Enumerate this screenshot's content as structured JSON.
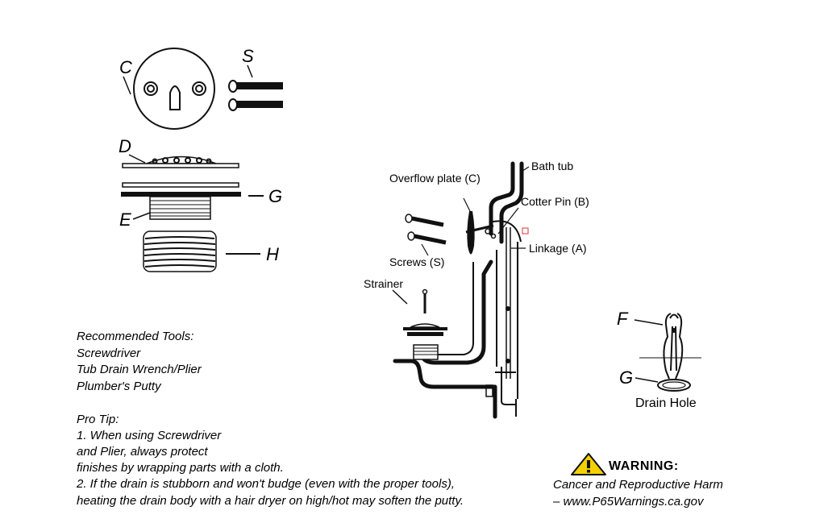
{
  "labels": {
    "C": "C",
    "S": "S",
    "D": "D",
    "G": "G",
    "E": "E",
    "H": "H",
    "F": "F",
    "G2": "G"
  },
  "callouts": {
    "bath_tub": "Bath tub",
    "overflow_plate": "Overflow plate (C)",
    "cotter_pin": "Cotter Pin (B)",
    "linkage": "Linkage (A)",
    "screws": "Screws (S)",
    "strainer": "Strainer",
    "drain_hole": "Drain Hole"
  },
  "tools": {
    "heading": "Recommended Tools:",
    "items": [
      "Screwdriver",
      "Tub Drain Wrench/Plier",
      "Plumber's Putty"
    ]
  },
  "pro_tip": {
    "heading": "Pro Tip:",
    "lines": [
      "1. When using Screwdriver",
      "and Plier, always protect",
      "finishes by wrapping parts with a cloth.",
      "2. If the drain is stubborn and won't budge (even with the proper tools),",
      "heating the drain body with a hair dryer on high/hot may soften the putty."
    ]
  },
  "warning": {
    "title": "WARNING:",
    "line1": "Cancer and Reproductive Harm",
    "line2": "– www.P65Warnings.ca.gov",
    "icon": "warning-triangle-icon",
    "icon_color": "#f5d000"
  }
}
